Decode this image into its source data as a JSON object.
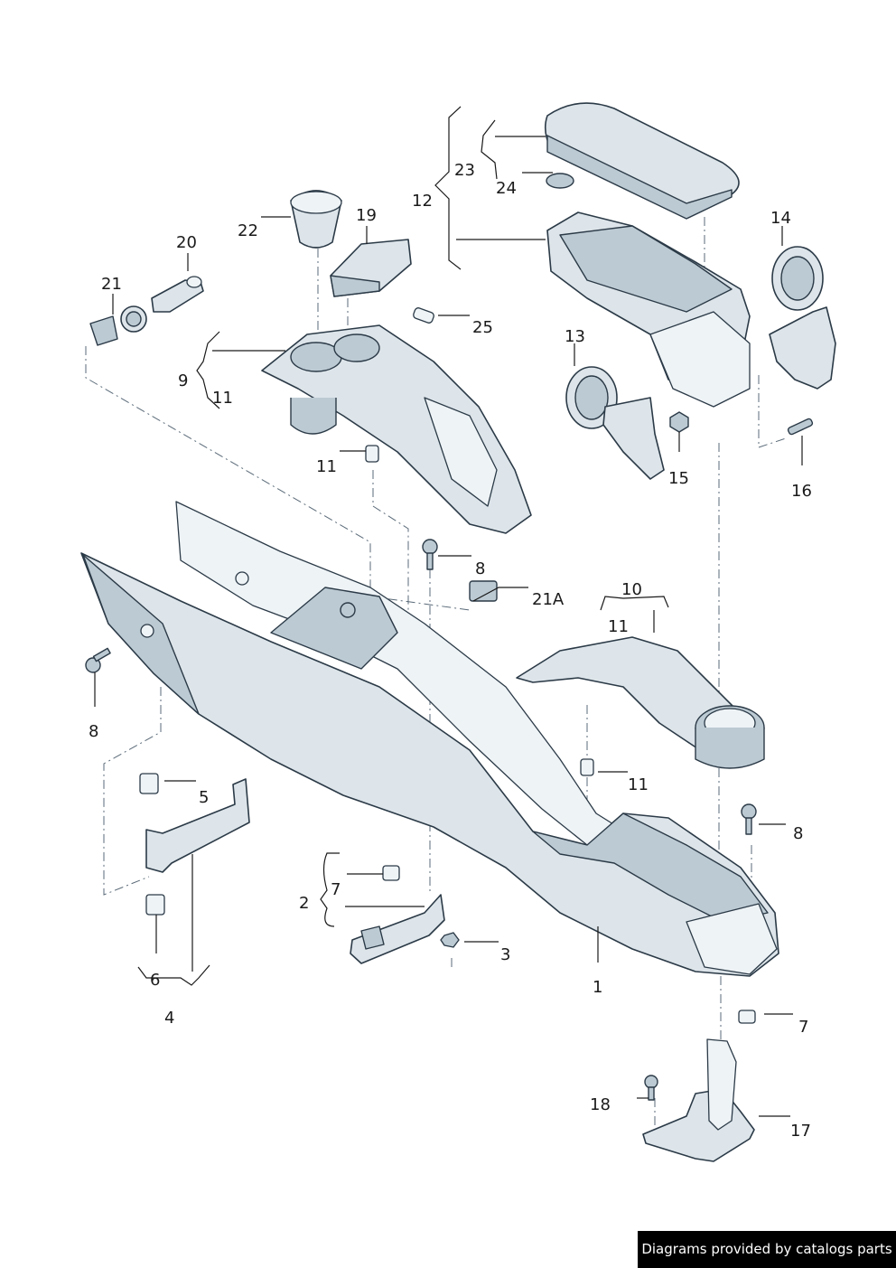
{
  "credit": "Diagrams provided by catalogs parts",
  "callouts": [
    {
      "id": "c1",
      "text": "1"
    },
    {
      "id": "c2",
      "text": "2"
    },
    {
      "id": "c3",
      "text": "3"
    },
    {
      "id": "c4",
      "text": "4"
    },
    {
      "id": "c5",
      "text": "5"
    },
    {
      "id": "c6",
      "text": "6"
    },
    {
      "id": "c7a",
      "text": "7"
    },
    {
      "id": "c7b",
      "text": "7"
    },
    {
      "id": "c8a",
      "text": "8"
    },
    {
      "id": "c8b",
      "text": "8"
    },
    {
      "id": "c8c",
      "text": "8"
    },
    {
      "id": "c9",
      "text": "9"
    },
    {
      "id": "c10",
      "text": "10"
    },
    {
      "id": "c11a",
      "text": "11"
    },
    {
      "id": "c11b",
      "text": "11"
    },
    {
      "id": "c11c",
      "text": "11"
    },
    {
      "id": "c11d",
      "text": "11"
    },
    {
      "id": "c12",
      "text": "12"
    },
    {
      "id": "c13",
      "text": "13"
    },
    {
      "id": "c14",
      "text": "14"
    },
    {
      "id": "c15",
      "text": "15"
    },
    {
      "id": "c16",
      "text": "16"
    },
    {
      "id": "c17",
      "text": "17"
    },
    {
      "id": "c18",
      "text": "18"
    },
    {
      "id": "c19",
      "text": "19"
    },
    {
      "id": "c20",
      "text": "20"
    },
    {
      "id": "c21",
      "text": "21"
    },
    {
      "id": "c21a",
      "text": "21A"
    },
    {
      "id": "c22",
      "text": "22"
    },
    {
      "id": "c23",
      "text": "23"
    },
    {
      "id": "c24",
      "text": "24"
    },
    {
      "id": "c25",
      "text": "25"
    }
  ]
}
